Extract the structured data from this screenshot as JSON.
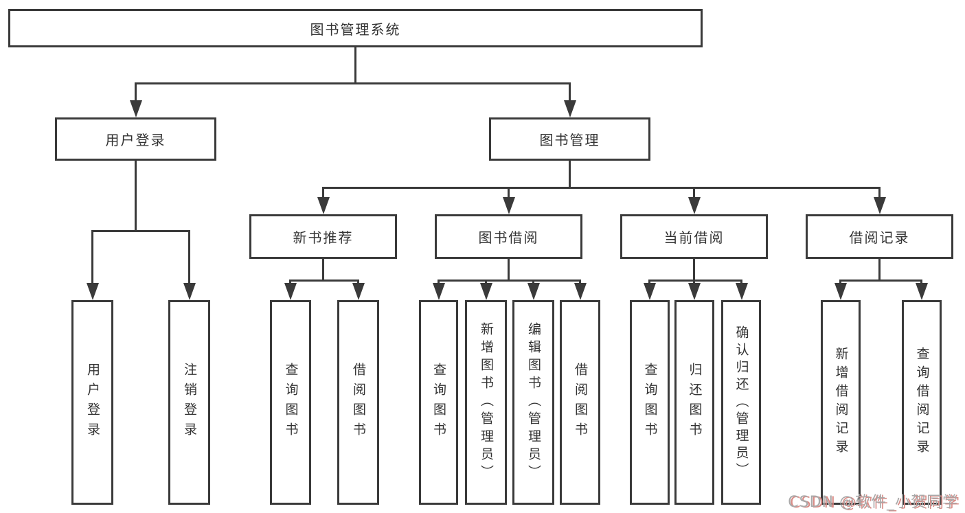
{
  "diagram": {
    "root": {
      "label": "图书管理系统",
      "children": [
        {
          "label": "用户登录",
          "children": [
            {
              "label": "用户登录"
            },
            {
              "label": "注销登录"
            }
          ]
        },
        {
          "label": "图书管理",
          "children": [
            {
              "label": "新书推荐",
              "children": [
                {
                  "label": "查询图书"
                },
                {
                  "label": "借阅图书"
                }
              ]
            },
            {
              "label": "图书借阅",
              "children": [
                {
                  "label": "查询图书"
                },
                {
                  "label": "新增图书（管理员）"
                },
                {
                  "label": "编辑图书（管理员）"
                },
                {
                  "label": "借阅图书"
                }
              ]
            },
            {
              "label": "当前借阅",
              "children": [
                {
                  "label": "查询图书"
                },
                {
                  "label": "归还图书"
                },
                {
                  "label": "确认归还（管理员）"
                }
              ]
            },
            {
              "label": "借阅记录",
              "children": [
                {
                  "label": "新增借阅记录"
                },
                {
                  "label": "查询借阅记录"
                }
              ]
            }
          ]
        }
      ]
    }
  },
  "watermark": {
    "text": "CSDN @软件_小贺同学"
  },
  "colors": {
    "line": "#3a3a3a",
    "text": "#333333",
    "background": "#ffffff",
    "watermark": "#a9a9a9",
    "watermark_shadow": "#d98b86"
  }
}
